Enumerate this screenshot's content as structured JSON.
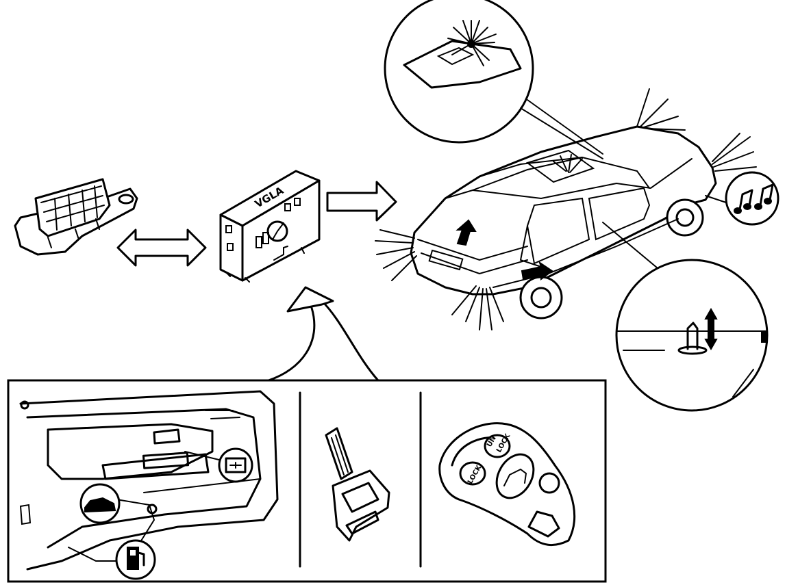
{
  "module_label": "VGLA",
  "remote": {
    "unlock_label_1": "UN",
    "unlock_label_2": "LOCK",
    "lock_label": "LOCK"
  }
}
